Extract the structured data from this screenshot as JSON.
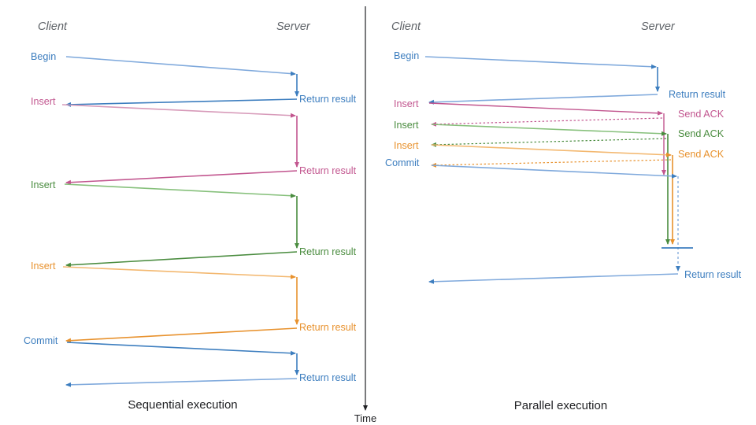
{
  "figure": {
    "title_left": "Sequential execution",
    "title_right": "Parallel execution",
    "time_axis_label": "Time"
  },
  "colors": {
    "blue": "#3d7ebf",
    "blue_light": "#7fa9dc",
    "pink": "#c2568f",
    "pink_light": "#d79ab9",
    "green": "#4a8c3f",
    "green_light": "#86c07b",
    "orange": "#e8922e",
    "orange_light": "#f3b870",
    "gray": "#5f6368",
    "black": "#202124"
  },
  "left_panel": {
    "actors": {
      "client": "Client",
      "server": "Server"
    },
    "client_messages": [
      {
        "label": "Begin",
        "color": "blue"
      },
      {
        "label": "Insert",
        "color": "pink"
      },
      {
        "label": "Insert",
        "color": "green"
      },
      {
        "label": "Insert",
        "color": "orange"
      },
      {
        "label": "Commit",
        "color": "blue"
      }
    ],
    "server_messages": [
      {
        "label": "Return result",
        "color": "blue"
      },
      {
        "label": "Return result",
        "color": "pink"
      },
      {
        "label": "Return result",
        "color": "green"
      },
      {
        "label": "Return result",
        "color": "orange"
      },
      {
        "label": "Return result",
        "color": "blue"
      }
    ]
  },
  "right_panel": {
    "actors": {
      "client": "Client",
      "server": "Server"
    },
    "client_messages": [
      {
        "label": "Begin",
        "color": "blue"
      },
      {
        "label": "Insert",
        "color": "pink"
      },
      {
        "label": "Insert",
        "color": "green"
      },
      {
        "label": "Insert",
        "color": "orange"
      },
      {
        "label": "Commit",
        "color": "blue"
      }
    ],
    "server_messages": [
      {
        "label": "Return result",
        "color": "blue"
      },
      {
        "label": "Send ACK",
        "color": "pink"
      },
      {
        "label": "Send ACK",
        "color": "green"
      },
      {
        "label": "Send ACK",
        "color": "orange"
      },
      {
        "label": "Return result",
        "color": "blue"
      }
    ]
  }
}
